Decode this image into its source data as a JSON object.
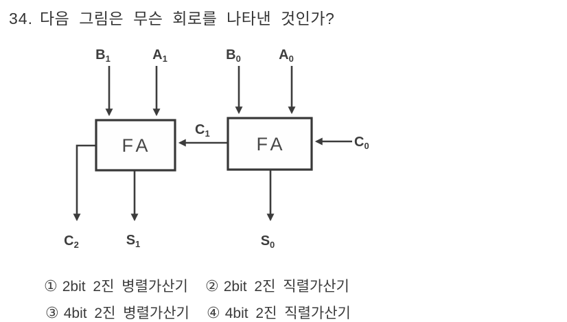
{
  "question": {
    "number": "34.",
    "text": "다음 그림은 무슨 회로를 나타낸 것인가?"
  },
  "diagram": {
    "fa_left": "FA",
    "fa_right": "FA",
    "labels": {
      "b1": {
        "base": "B",
        "sub": "1"
      },
      "a1": {
        "base": "A",
        "sub": "1"
      },
      "b0": {
        "base": "B",
        "sub": "0"
      },
      "a0": {
        "base": "A",
        "sub": "0"
      },
      "c1": {
        "base": "C",
        "sub": "1"
      },
      "c0": {
        "base": "C",
        "sub": "0"
      },
      "c2": {
        "base": "C",
        "sub": "2"
      },
      "s1": {
        "base": "S",
        "sub": "1"
      },
      "s0": {
        "base": "S",
        "sub": "0"
      }
    }
  },
  "options": [
    {
      "marker": "①",
      "text": "2bit 2진 병렬가산기"
    },
    {
      "marker": "②",
      "text": "2bit 2진 직렬가산기"
    },
    {
      "marker": "③",
      "text": "4bit 2진 병렬가산기"
    },
    {
      "marker": "④",
      "text": "4bit 2진 직렬가산기"
    }
  ],
  "colors": {
    "ink": "#3c3c3c",
    "background": "#ffffff"
  }
}
